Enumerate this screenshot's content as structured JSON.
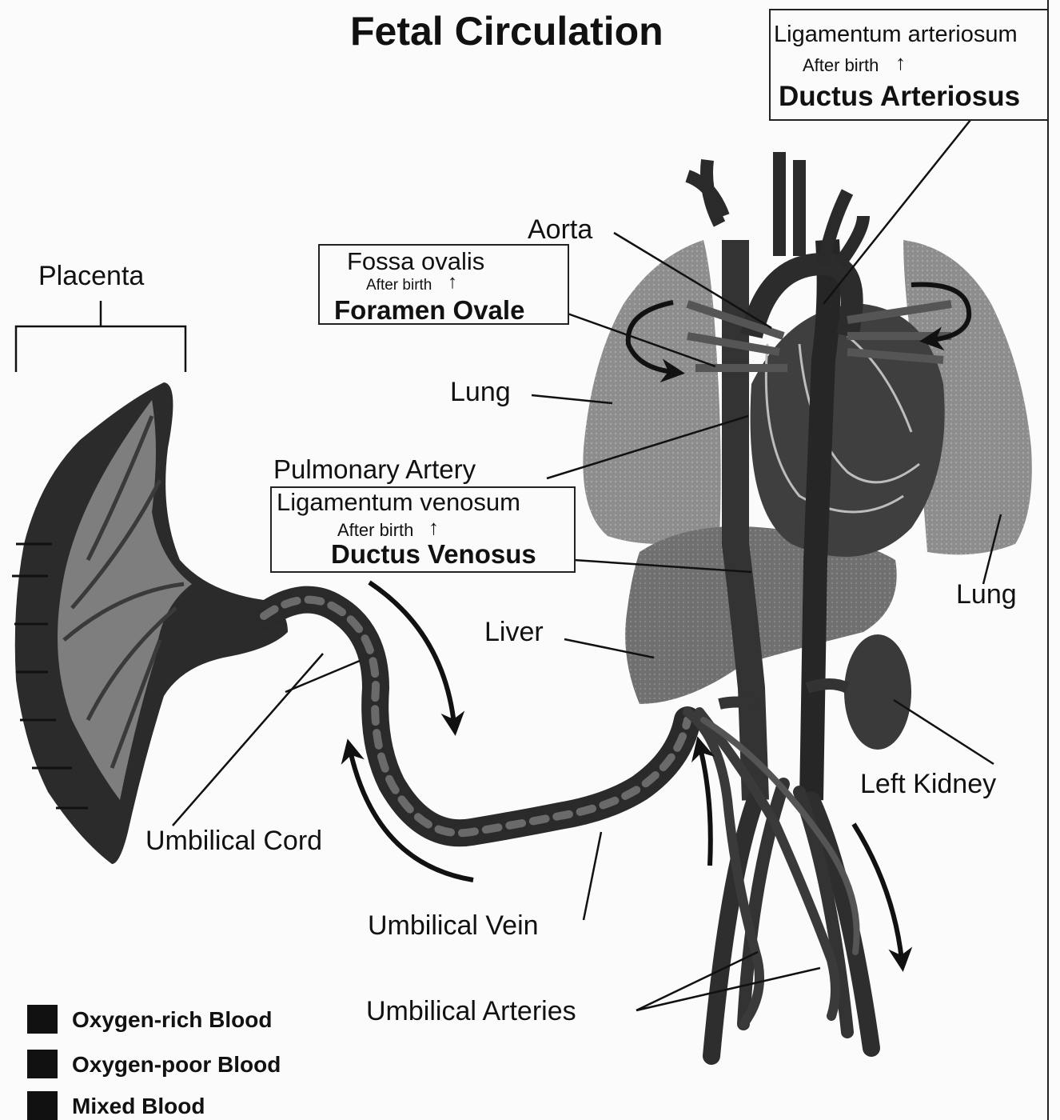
{
  "title": "Fetal Circulation",
  "labels": {
    "ligamentum_arteriosum": "Ligamentum arteriosum",
    "after_birth": "After birth",
    "up_arrow": "↑",
    "ductus_arteriosus": "Ductus Arteriosus",
    "fossa_ovalis": "Fossa ovalis",
    "foramen_ovale": "Foramen Ovale",
    "ligamentum_venosum": "Ligamentum venosum",
    "ductus_venosus": "Ductus Venosus",
    "placenta": "Placenta",
    "aorta": "Aorta",
    "lung": "Lung",
    "pulmonary_artery": "Pulmonary Artery",
    "liver": "Liver",
    "left_kidney": "Left Kidney",
    "umbilical_cord": "Umbilical Cord",
    "umbilical_vein": "Umbilical Vein",
    "umbilical_arteries": "Umbilical Arteries"
  },
  "legend": [
    {
      "label": "Oxygen-rich Blood",
      "color": "#111111"
    },
    {
      "label": "Oxygen-poor Blood",
      "color": "#111111"
    },
    {
      "label": "Mixed Blood",
      "color": "#111111"
    }
  ]
}
